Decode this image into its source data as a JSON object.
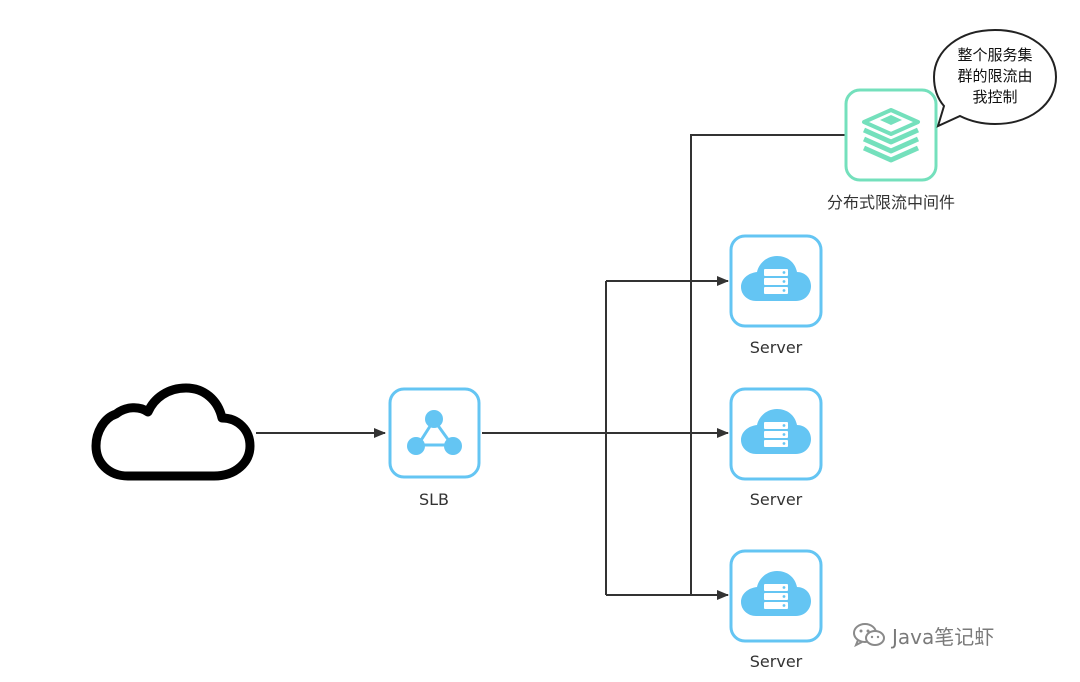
{
  "nodes": {
    "slb_label": "SLB",
    "server_label_1": "Server",
    "server_label_2": "Server",
    "server_label_3": "Server",
    "middleware_label": "分布式限流中间件"
  },
  "callout": {
    "line1": "整个服务集",
    "line2": "群的限流由",
    "line3": "我控制"
  },
  "watermark": {
    "text": "Java笔记虾",
    "icon": "wechat-icon"
  },
  "colors": {
    "server_blue": "#64c5f3",
    "middleware_green": "#74e0bc",
    "arrow": "#333333",
    "cloud": "#000000"
  },
  "icons": {
    "client": "cloud-icon",
    "slb": "load-balancer-icon",
    "server": "cloud-server-icon",
    "middleware": "stacked-layers-icon"
  }
}
